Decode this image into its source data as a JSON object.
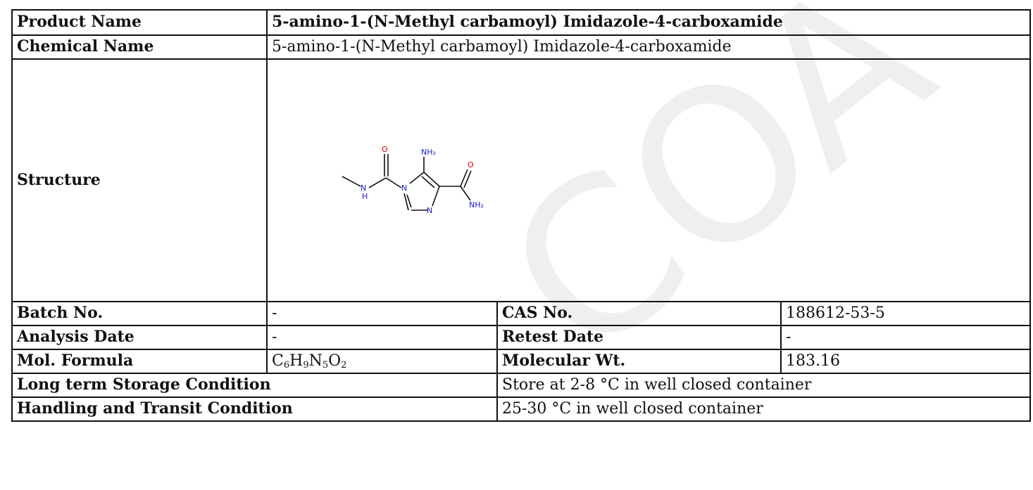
{
  "rows": {
    "product_name": {
      "label": "Product Name",
      "value": "5-amino-1-(N-Methyl carbamoyl) Imidazole-4-carboxamide"
    },
    "chemical_name": {
      "label": "Chemical Name",
      "value": "5-amino-1-(N-Methyl carbamoyl) Imidazole-4-carboxamide"
    },
    "structure": {
      "label": "Structure",
      "atoms": {
        "o1": "O",
        "nh2_top": "NH₂",
        "o2": "O",
        "n1": "N",
        "h": "H",
        "n_bottom": "N",
        "nh2_right": "NH₂"
      }
    },
    "batch": {
      "label": "Batch No.",
      "value": "-"
    },
    "cas": {
      "label": "CAS No.",
      "value": "188612-53-5"
    },
    "analysis_date": {
      "label": "Analysis Date",
      "value": "-"
    },
    "retest_date": {
      "label": "Retest Date",
      "value": "-"
    },
    "formula": {
      "label": "Mol. Formula",
      "parts": [
        {
          "el": "C",
          "n": "6"
        },
        {
          "el": "H",
          "n": "9"
        },
        {
          "el": "N",
          "n": "5"
        },
        {
          "el": "O",
          "n": "2"
        }
      ]
    },
    "mol_wt": {
      "label": "Molecular Wt.",
      "value": "183.16"
    },
    "storage": {
      "label": "Long term Storage Condition",
      "value": "Store at 2-8 °C in well closed container"
    },
    "handling": {
      "label": "Handling and Transit Condition",
      "value": "25-30 °C in well closed container"
    }
  },
  "watermark": {
    "text": "COA",
    "color": "#f0f0f0"
  },
  "colors": {
    "oxygen": "#e00000",
    "nitrogen": "#1a1acc",
    "bond": "#111111"
  }
}
